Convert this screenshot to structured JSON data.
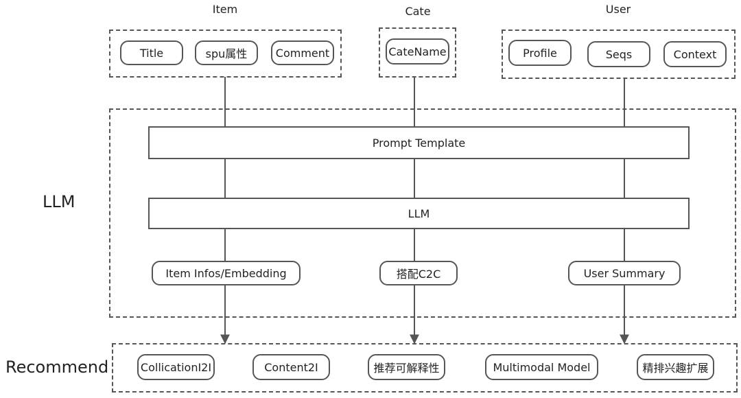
{
  "groups": {
    "item": {
      "title": "Item",
      "items": [
        "Title",
        "spu属性",
        "Comment"
      ]
    },
    "cate": {
      "title": "Cate",
      "items": [
        "CateName"
      ]
    },
    "user": {
      "title": "User",
      "items": [
        "Profile",
        "Seqs",
        "Context"
      ]
    }
  },
  "llm_block": {
    "label": "LLM",
    "prompt_template": "Prompt Template",
    "llm_bar": "LLM",
    "outputs": [
      "Item Infos/Embedding",
      "搭配C2C",
      "User Summary"
    ]
  },
  "recommend": {
    "label": "Recommend",
    "items": [
      "CollicationI2I",
      "Content2I",
      "推荐可解释性",
      "Multimodal Model",
      "精排兴趣扩展"
    ]
  },
  "colors": {
    "stroke": "#555555",
    "text": "#222222",
    "background": "#ffffff"
  }
}
